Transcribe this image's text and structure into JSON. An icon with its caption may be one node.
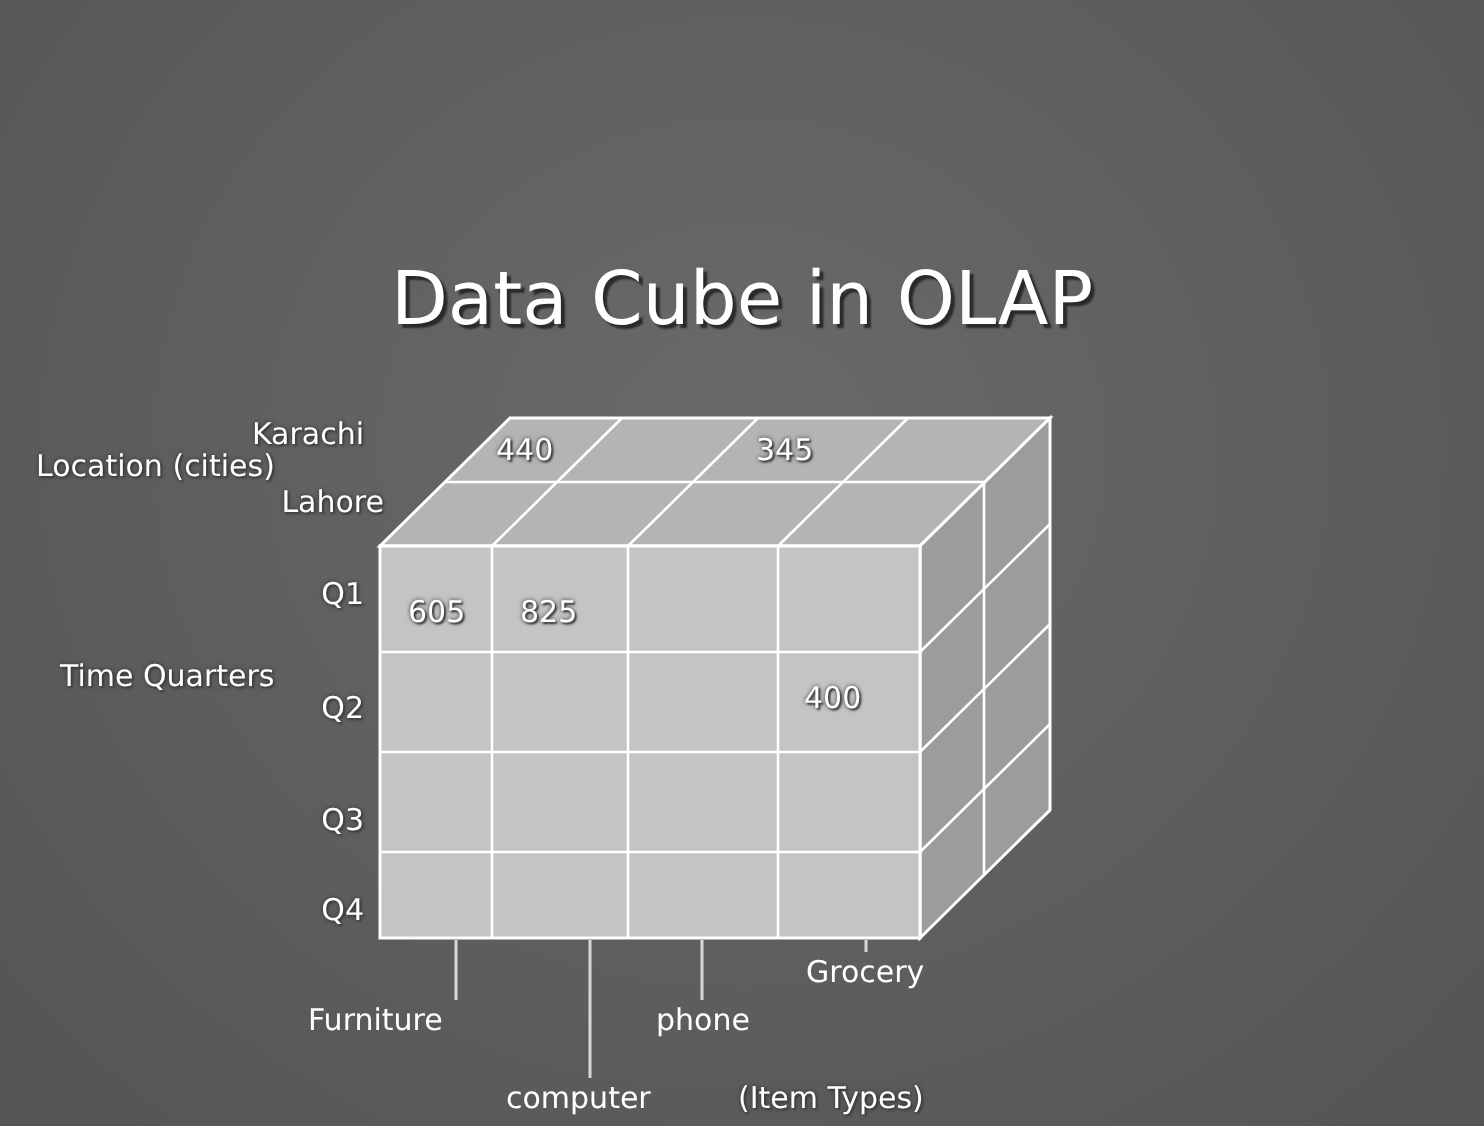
{
  "diagram": {
    "title": "Data Cube in OLAP",
    "nodes": [
      {
        "text": [
          "Furniture"
        ]
      },
      {
        "text": [
          "computer"
        ]
      },
      {
        "text": [
          "phone"
        ]
      },
      {
        "text": [
          "Grocery"
        ]
      }
    ],
    "edges": [
      {
        "from": 0,
        "to": null,
        "arrow": "none"
      },
      {
        "from": 1,
        "to": null,
        "arrow": "none"
      },
      {
        "from": 2,
        "to": null,
        "arrow": "none"
      },
      {
        "from": 3,
        "to": null,
        "arrow": "none"
      }
    ],
    "labels": [
      "Karachi",
      "440",
      "345",
      "Location (cities)",
      "Lahore",
      "Q1",
      "605",
      "825",
      "Time Quarters",
      "Q2",
      "400",
      "Q3",
      "Q4",
      "(Item Types)"
    ]
  }
}
